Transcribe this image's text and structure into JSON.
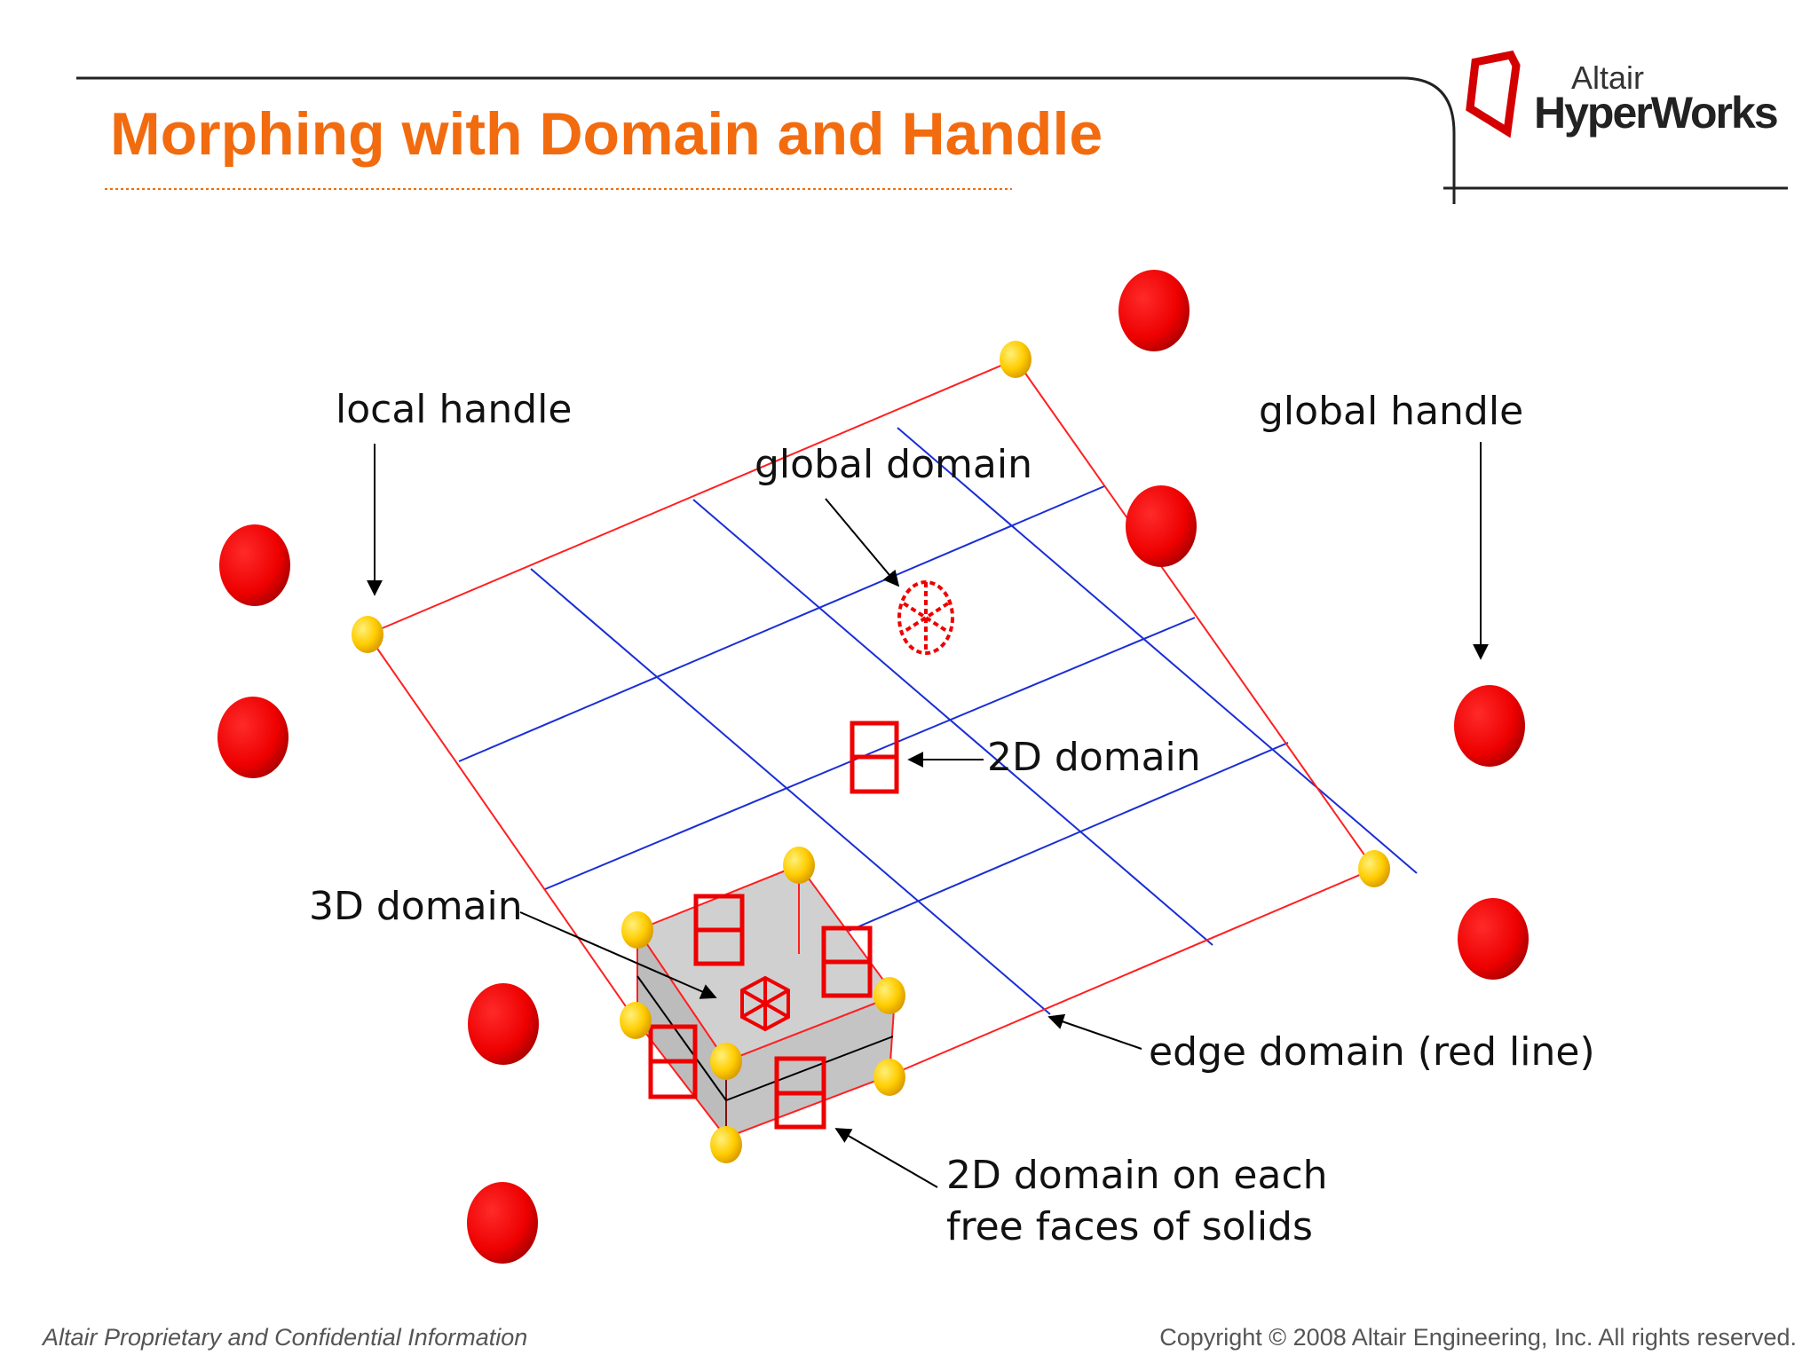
{
  "slide": {
    "title": "Morphing with Domain and Handle",
    "accent_color": "#f26b0f"
  },
  "logo": {
    "brand_top": "Altair",
    "brand_bottom": "HyperWorks",
    "icon": "altair-logo-icon"
  },
  "diagram": {
    "labels": {
      "local_handle": "local handle",
      "global_handle": "global handle",
      "global_domain": "global domain",
      "domain_2d": "2D domain",
      "domain_3d": "3D domain",
      "edge_domain": "edge domain (red line)",
      "faces_line1": "2D domain on each",
      "faces_line2": "free faces of solids"
    },
    "colors": {
      "global_handle": "#ee0000",
      "local_handle": "#ffcc00",
      "edge_line": "#ff2020",
      "grid_line": "#1a2ed6",
      "domain_symbol": "#ee0000",
      "solid": "#c8c8c8"
    }
  },
  "footer": {
    "left": "Altair Proprietary and Confidential Information",
    "right": "Copyright © 2008 Altair Engineering, Inc. All rights reserved."
  }
}
